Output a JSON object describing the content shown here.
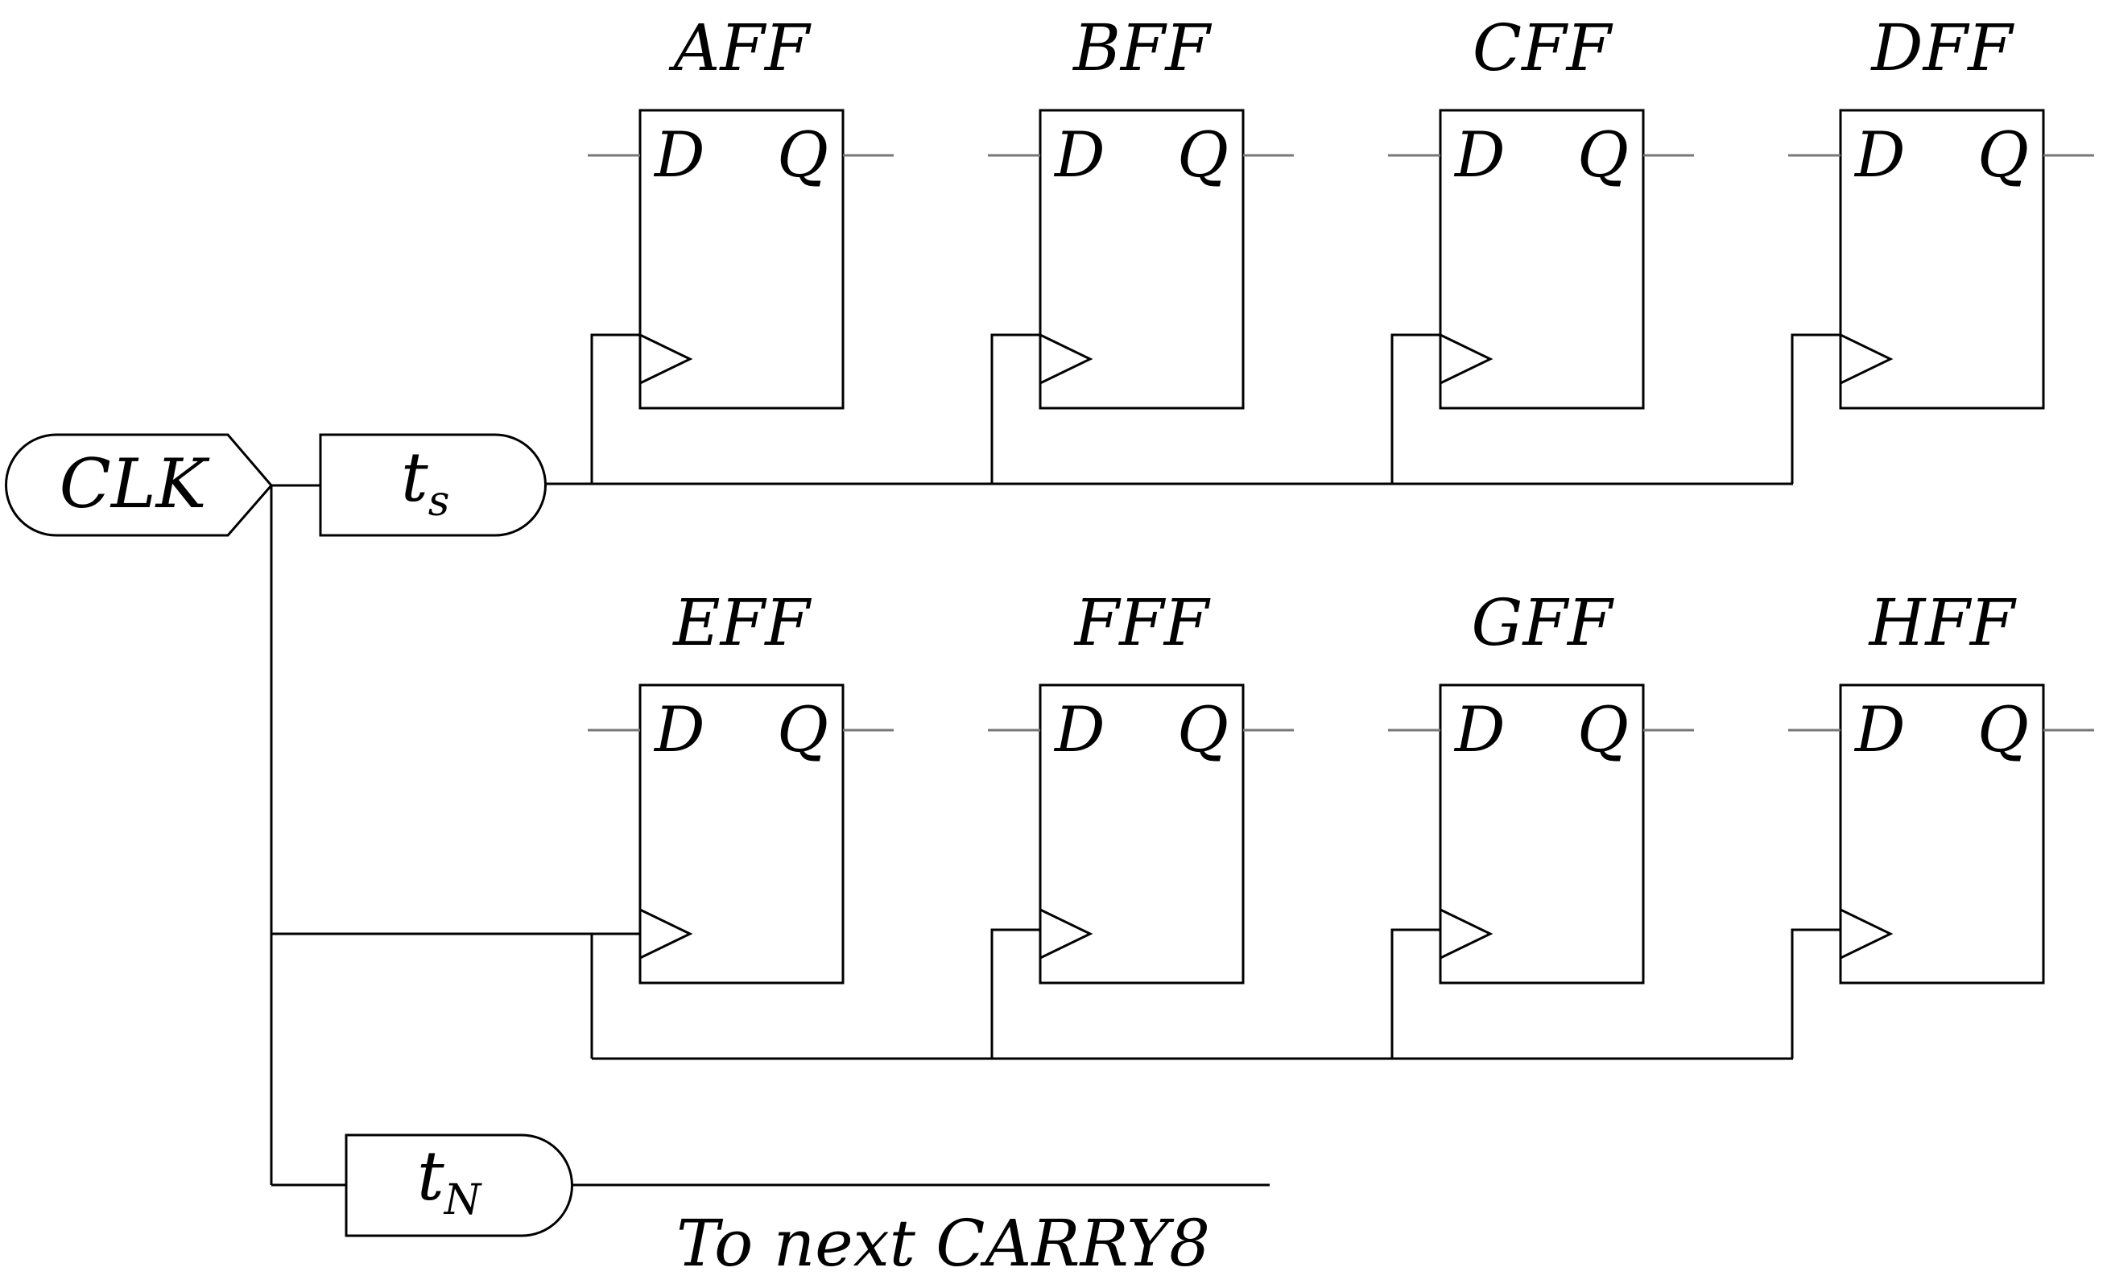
{
  "clock": {
    "label": "CLK",
    "buffer_top": {
      "main": "t",
      "sub": "s"
    },
    "buffer_bottom": {
      "main": "t",
      "sub": "N"
    },
    "output_note": "To next CARRY8"
  },
  "flip_flops": [
    {
      "name": "AFF",
      "d": "D",
      "q": "Q"
    },
    {
      "name": "BFF",
      "d": "D",
      "q": "Q"
    },
    {
      "name": "CFF",
      "d": "D",
      "q": "Q"
    },
    {
      "name": "DFF",
      "d": "D",
      "q": "Q"
    },
    {
      "name": "EFF",
      "d": "D",
      "q": "Q"
    },
    {
      "name": "FFF",
      "d": "D",
      "q": "Q"
    },
    {
      "name": "GFF",
      "d": "D",
      "q": "Q"
    },
    {
      "name": "HFF",
      "d": "D",
      "q": "Q"
    }
  ]
}
